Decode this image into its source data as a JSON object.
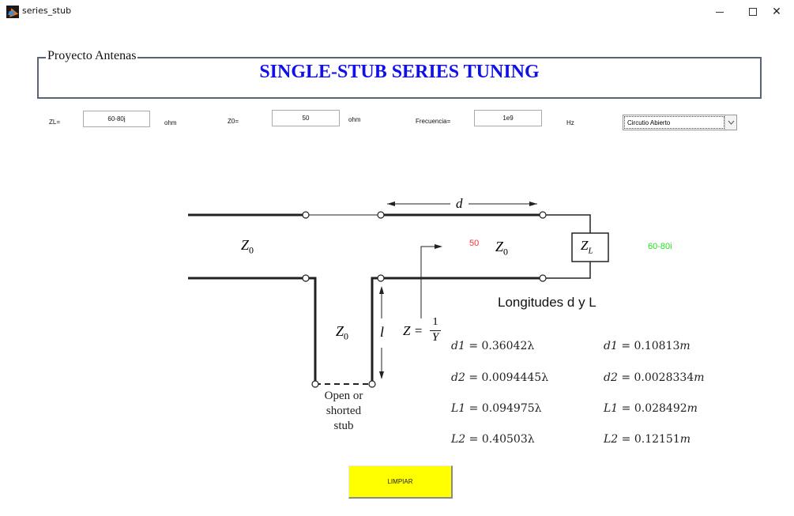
{
  "window": {
    "title": "series_stub",
    "controls": {
      "minimize": "minimize",
      "maximize": "maximize",
      "close": "close"
    }
  },
  "panel": {
    "legend": "Proyecto Antenas",
    "title": "SINGLE-STUB SERIES TUNING",
    "title_color": "#1010e8"
  },
  "inputs": {
    "zl": {
      "label": "ZL=",
      "value": "60-80j",
      "unit": "ohm"
    },
    "z0": {
      "label": "Z0=",
      "value": "50",
      "unit": "ohm"
    },
    "freq": {
      "label": "Frecuencia=",
      "value": "1e9",
      "unit": "Hz"
    },
    "stub_type": {
      "selected": "Circutio Abierto"
    }
  },
  "diagram": {
    "d_label": "d",
    "z0_left": "Z",
    "z0_mid": "Z",
    "z0_stub": "Z",
    "zero_sub": "0",
    "zl_box": "Z",
    "zl_sub": "L",
    "l_label": "l",
    "z_eq": "Z =",
    "one": "1",
    "y": "Y",
    "stub_caption": [
      "Open or",
      "shorted",
      "stub"
    ],
    "z0_value": "50",
    "z0_value_color": "#ff3030",
    "zl_value": "60-80i",
    "zl_value_color": "#22e022"
  },
  "results": {
    "title": "Longitudes d y L",
    "rows": [
      {
        "lambda_var": "d1",
        "lambda_val": "= 0.36042λ",
        "m_var": "d1",
        "m_val": "= 0.10813",
        "m_unit": "m"
      },
      {
        "lambda_var": "d2",
        "lambda_val": "= 0.0094445λ",
        "m_var": "d2",
        "m_val": "= 0.0028334",
        "m_unit": "m"
      },
      {
        "lambda_var": "L1",
        "lambda_val": "= 0.094975λ",
        "m_var": "L1",
        "m_val": "= 0.028492",
        "m_unit": "m"
      },
      {
        "lambda_var": "L2",
        "lambda_val": "= 0.40503λ",
        "m_var": "L2",
        "m_val": "= 0.12151",
        "m_unit": "m"
      }
    ]
  },
  "buttons": {
    "clear": "LIMPIAR",
    "clear_color": "#ffff00"
  }
}
